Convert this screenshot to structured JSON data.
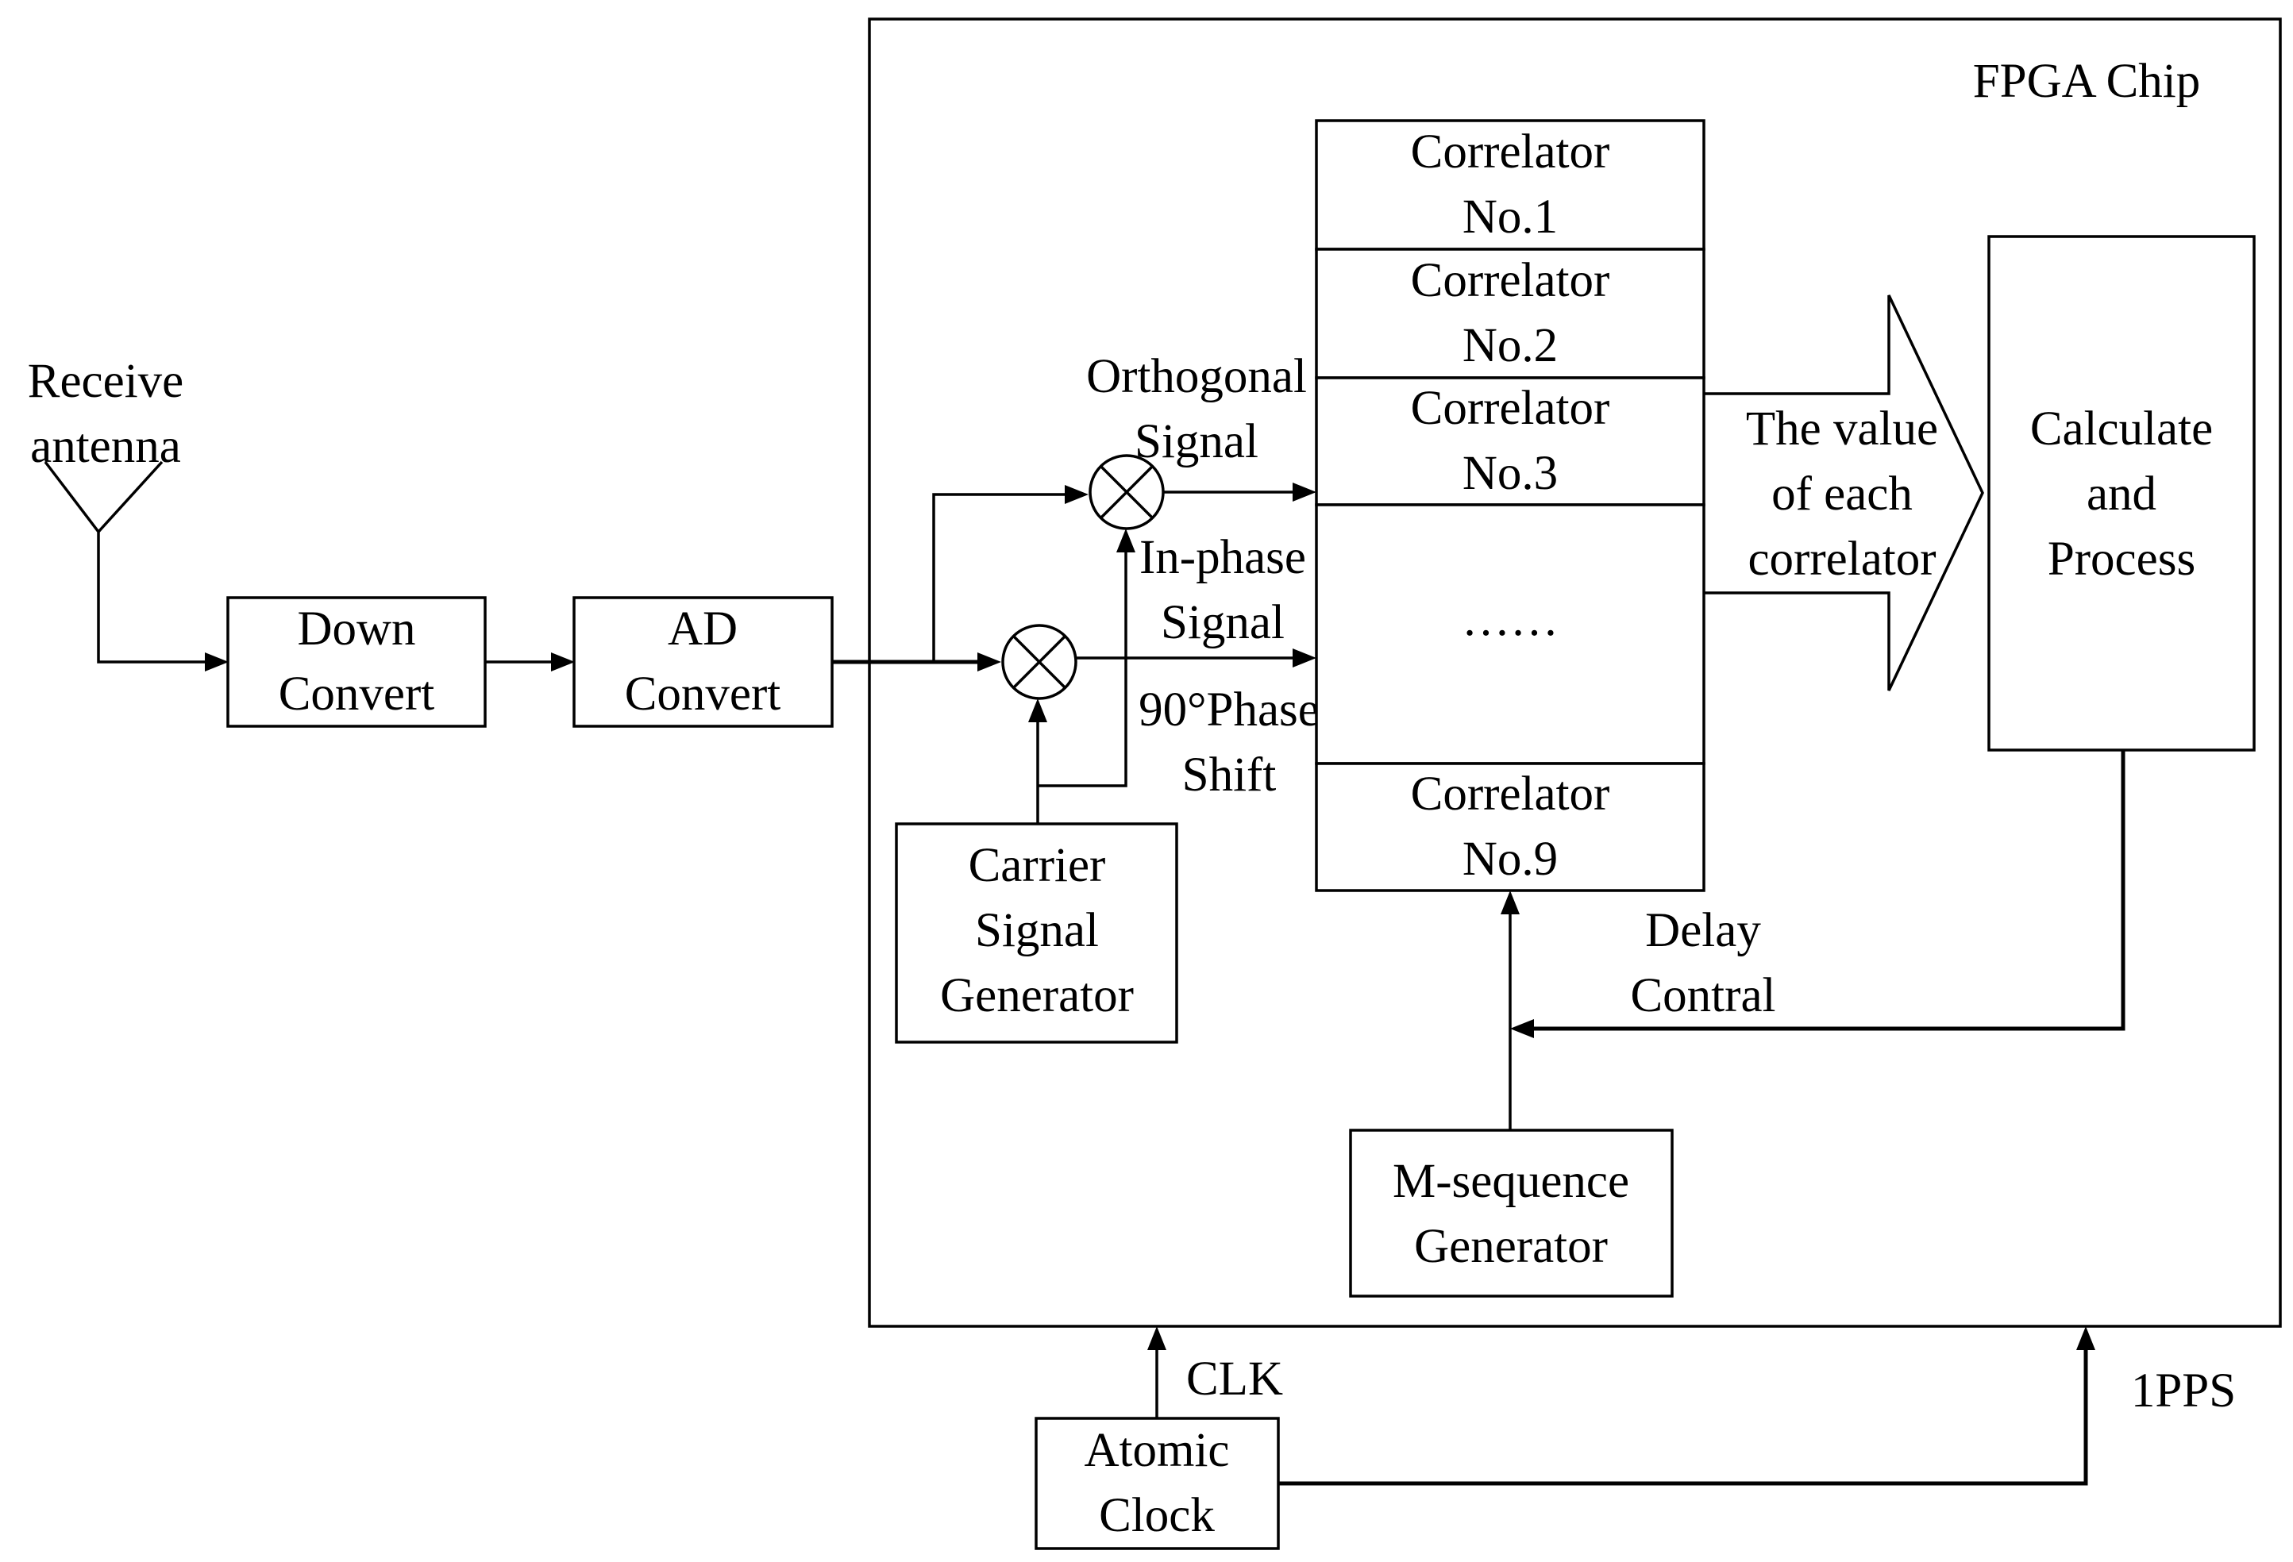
{
  "fpga": {
    "label": "FPGA Chip"
  },
  "antenna": {
    "line1": "Receive",
    "line2": "antenna"
  },
  "down_convert": {
    "line1": "Down",
    "line2": "Convert"
  },
  "ad_convert": {
    "line1": "AD",
    "line2": "Convert"
  },
  "labels": {
    "orthogonal_1": "Orthogonal",
    "orthogonal_2": "Signal",
    "inphase_1": "In-phase",
    "inphase_2": "Signal",
    "phase_shift_1": "90°Phase",
    "phase_shift_2": "Shift",
    "delay_1": "Delay",
    "delay_2": "Contral",
    "clk": "CLK",
    "pps": "1PPS"
  },
  "carrier": {
    "line1": "Carrier",
    "line2": "Signal",
    "line3": "Generator"
  },
  "correlators": [
    {
      "line1": "Correlator",
      "line2": "No.1"
    },
    {
      "line1": "Correlator",
      "line2": "No.2"
    },
    {
      "line1": "Correlator",
      "line2": "No.3"
    },
    {
      "line1": "……",
      "line2": ""
    },
    {
      "line1": "Correlator",
      "line2": "No.9"
    }
  ],
  "correlator_output": {
    "line1": "The value",
    "line2": "of each",
    "line3": "correlator"
  },
  "calculate": {
    "line1": "Calculate",
    "line2": "and",
    "line3": "Process"
  },
  "mseq": {
    "line1": "M-sequence",
    "line2": "Generator"
  },
  "atomic_clock": {
    "line1": "Atomic",
    "line2": "Clock"
  }
}
